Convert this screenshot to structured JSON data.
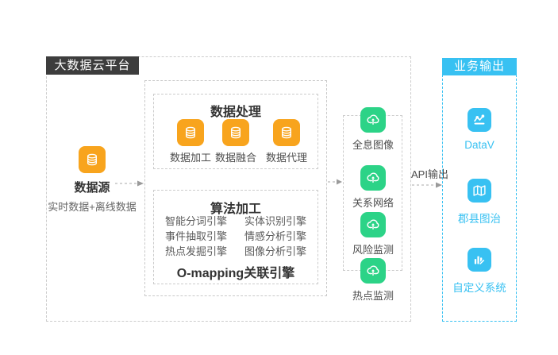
{
  "platform": {
    "title": "大数据云平台",
    "datasource": {
      "label": "数据源",
      "sublabel": "实时数据+离线数据",
      "icon": "database-icon"
    },
    "processing": {
      "title": "数据处理",
      "items": [
        {
          "label": "数据加工",
          "icon": "database-icon"
        },
        {
          "label": "数据融合",
          "icon": "database-icon"
        },
        {
          "label": "数据代理",
          "icon": "database-icon"
        }
      ]
    },
    "algorithm": {
      "title": "算法加工",
      "engines": [
        "智能分词引擎",
        "实体识别引擎",
        "事件抽取引擎",
        "情感分析引擎",
        "热点发掘引擎",
        "图像分析引擎"
      ],
      "footer": "O-mapping关联引擎"
    },
    "monitor_outputs": {
      "items": [
        {
          "label": "全息图像",
          "icon": "cloud-upload-icon"
        },
        {
          "label": "关系网络",
          "icon": "cloud-upload-icon"
        },
        {
          "label": "风险监测",
          "icon": "cloud-upload-icon"
        },
        {
          "label": "热点监测",
          "icon": "cloud-upload-icon"
        }
      ]
    }
  },
  "api_output_label": "API输出",
  "business": {
    "title": "业务输出",
    "items": [
      {
        "label": "DataV",
        "icon": "line-chart-icon"
      },
      {
        "label": "郡县图治",
        "icon": "map-icon"
      },
      {
        "label": "自定义系统",
        "icon": "bar-chart-pencil-icon"
      }
    ]
  },
  "colors": {
    "orange": "#F8A41D",
    "green": "#2CD387",
    "blue": "#38C1F2",
    "dark_tab": "#3D3D3D",
    "dashed_border": "#CCCCCC"
  }
}
